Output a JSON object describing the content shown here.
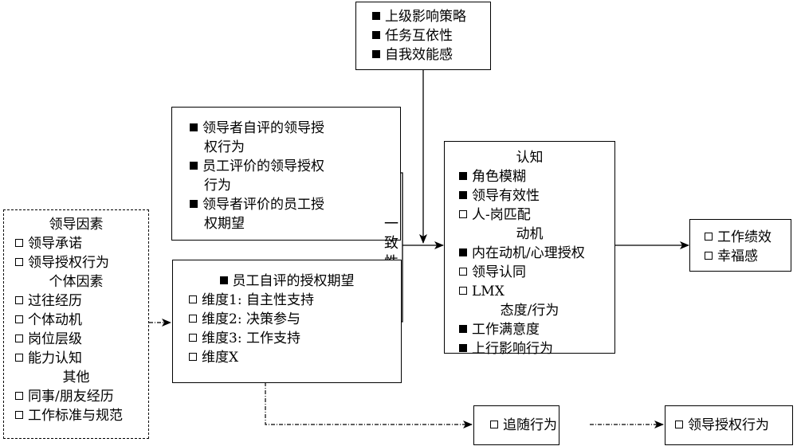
{
  "top_box": {
    "items": [
      {
        "marker": "filled",
        "text": "上级影响策略"
      },
      {
        "marker": "filled",
        "text": "任务互依性"
      },
      {
        "marker": "filled",
        "text": "自我效能感"
      }
    ]
  },
  "left_box": {
    "sections": [
      {
        "heading": "领导因素",
        "items": [
          "领导承诺",
          "领导授权行为"
        ]
      },
      {
        "heading": "个体因素",
        "items": [
          "过往经历",
          "个体动机",
          "岗位层级",
          "能力认知"
        ]
      },
      {
        "heading": "其他",
        "items": [
          "同事/朋友经历",
          "工作标准与规范"
        ]
      }
    ]
  },
  "upper_mid_box": {
    "items": [
      {
        "marker": "filled",
        "line1": "领导者自评的领导授",
        "line2": "权行为"
      },
      {
        "marker": "filled",
        "line1": "员工评价的领导授权",
        "line2": "行为"
      },
      {
        "marker": "filled",
        "line1": "领导者评价的员工授",
        "line2": "权期望"
      }
    ]
  },
  "lower_mid_box": {
    "title": "员工自评的授权期望",
    "items": [
      "维度1: 自主性支持",
      "维度2: 决策参与",
      "维度3: 工作支持",
      "维度X"
    ]
  },
  "consistency_label": [
    "一",
    "致",
    "性"
  ],
  "outcome_box": {
    "sections": [
      {
        "heading": "认知",
        "items": [
          {
            "marker": "filled",
            "text": "角色模糊"
          },
          {
            "marker": "filled",
            "text": "领导有效性"
          },
          {
            "marker": "hollow",
            "text": "人-岗匹配"
          }
        ]
      },
      {
        "heading": "动机",
        "items": [
          {
            "marker": "filled",
            "text": "内在动机/心理授权"
          },
          {
            "marker": "hollow",
            "text": "领导认同"
          },
          {
            "marker": "hollow",
            "text": "LMX"
          }
        ]
      },
      {
        "heading": "态度/行为",
        "items": [
          {
            "marker": "filled",
            "text": "工作满意度"
          },
          {
            "marker": "filled",
            "text": "上行影响行为"
          }
        ]
      }
    ]
  },
  "result_box": {
    "items": [
      "工作绩效",
      "幸福感"
    ]
  },
  "follow_box": {
    "text": "追随行为"
  },
  "leader_box": {
    "text": "领导授权行为"
  }
}
